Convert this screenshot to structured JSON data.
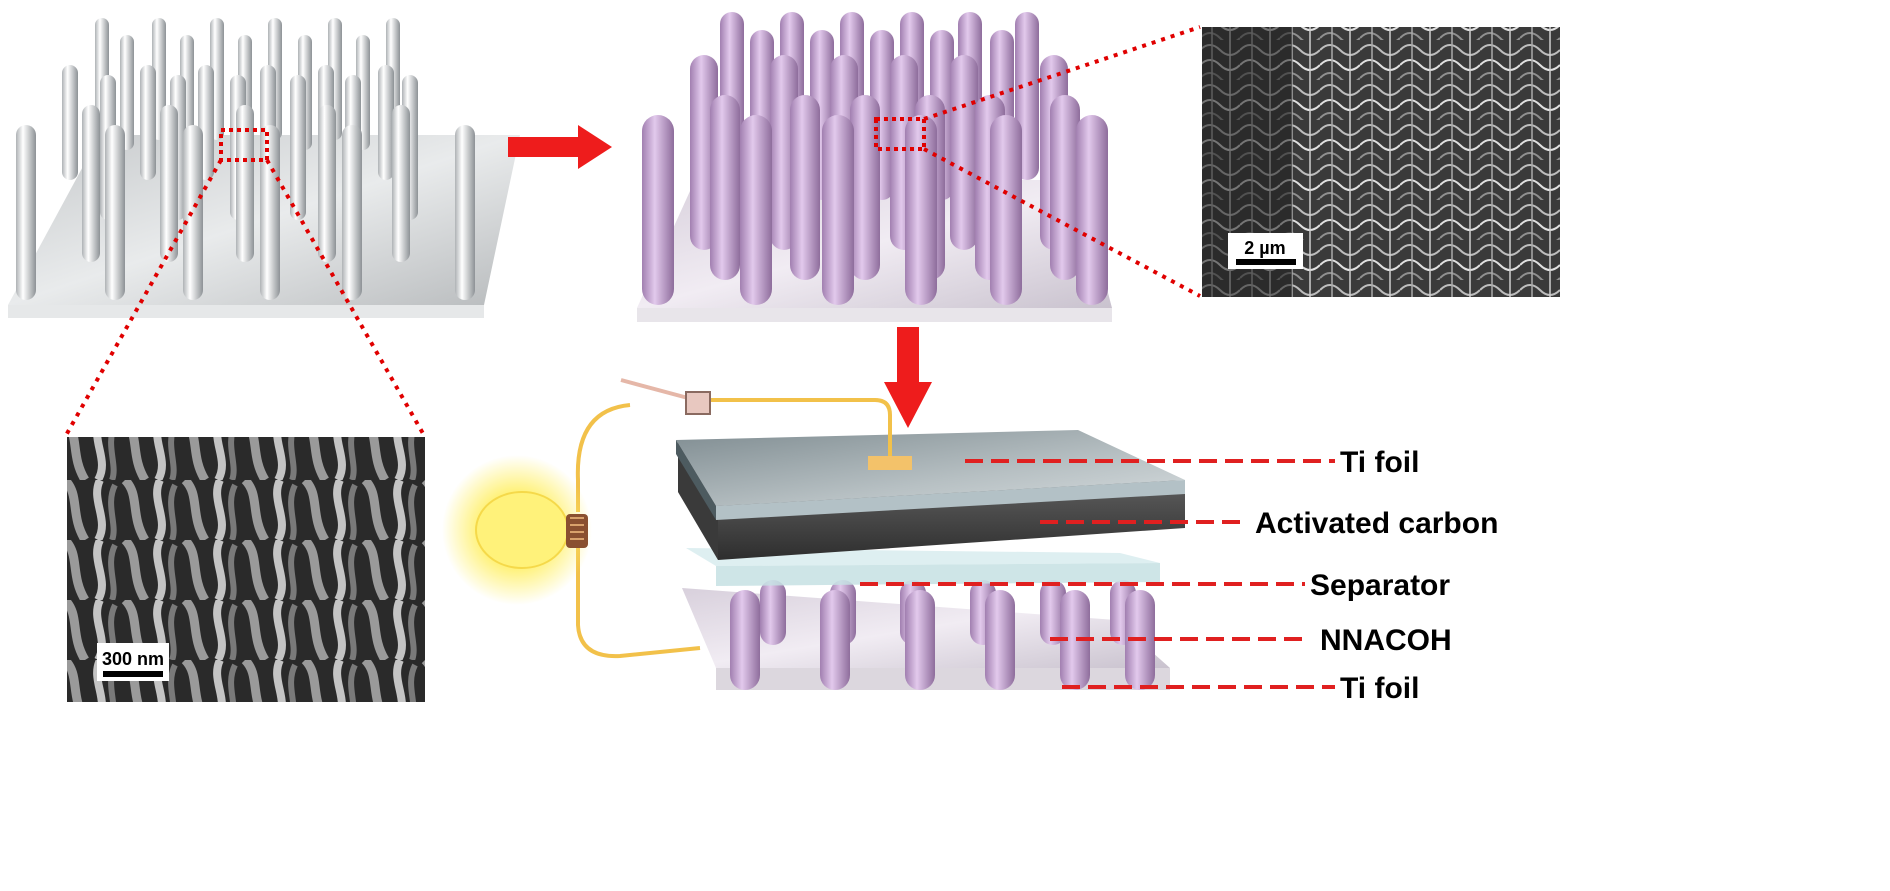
{
  "panels": {
    "sem_left": {
      "scale_label": "300 nm"
    },
    "sem_right": {
      "scale_label": "2 µm"
    }
  },
  "layer_labels": [
    {
      "id": "ti-foil-top",
      "text": "Ti foil"
    },
    {
      "id": "activated-carbon",
      "text": "Activated carbon"
    },
    {
      "id": "separator",
      "text": "Separator"
    },
    {
      "id": "nnacoh",
      "text": "NNACOH"
    },
    {
      "id": "ti-foil-bottom",
      "text": "Ti foil"
    }
  ],
  "colors": {
    "arrow": "#ee1c1c",
    "zoom_line": "#e00000",
    "label_line": "#e02020",
    "wire": "#f2c14a",
    "coated_rod": "#c9a6d6",
    "bare_rod": "#d9dcde",
    "bulb_glow": "#fff06a"
  },
  "icons": [
    "right-arrow-icon",
    "down-arrow-icon",
    "light-bulb-icon"
  ]
}
